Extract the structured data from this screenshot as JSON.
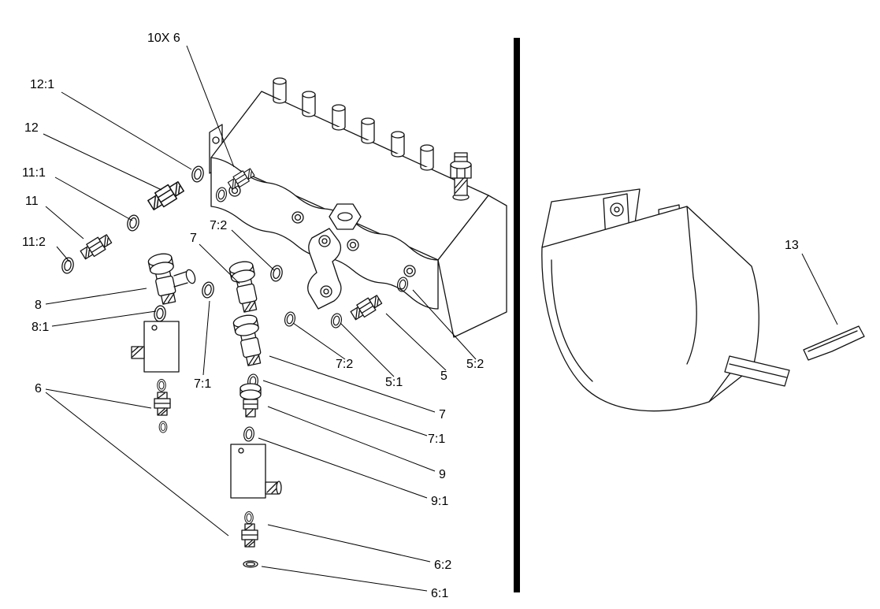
{
  "meta": {
    "background": "#ffffff",
    "line_color": "#000000",
    "divider_color": "#000000"
  },
  "diagram": {
    "labels": [
      {
        "id": "10x6",
        "text": "10X 6"
      },
      {
        "id": "12:1",
        "text": "12:1"
      },
      {
        "id": "12",
        "text": "12"
      },
      {
        "id": "11:1",
        "text": "11:1"
      },
      {
        "id": "11",
        "text": "11"
      },
      {
        "id": "11:2",
        "text": "11:2"
      },
      {
        "id": "8",
        "text": "8"
      },
      {
        "id": "8:1",
        "text": "8:1"
      },
      {
        "id": "6",
        "text": "6"
      },
      {
        "id": "7-upper",
        "text": "7"
      },
      {
        "id": "7:2-upper",
        "text": "7:2"
      },
      {
        "id": "7:1-left",
        "text": "7:1"
      },
      {
        "id": "7:2-lower",
        "text": "7:2"
      },
      {
        "id": "5:1",
        "text": "5:1"
      },
      {
        "id": "5",
        "text": "5"
      },
      {
        "id": "5:2",
        "text": "5:2"
      },
      {
        "id": "7-right",
        "text": "7"
      },
      {
        "id": "7:1-right",
        "text": "7:1"
      },
      {
        "id": "9",
        "text": "9"
      },
      {
        "id": "9:1",
        "text": "9:1"
      },
      {
        "id": "6:2",
        "text": "6:2"
      },
      {
        "id": "6:1",
        "text": "6:1"
      },
      {
        "id": "13",
        "text": "13"
      }
    ]
  }
}
